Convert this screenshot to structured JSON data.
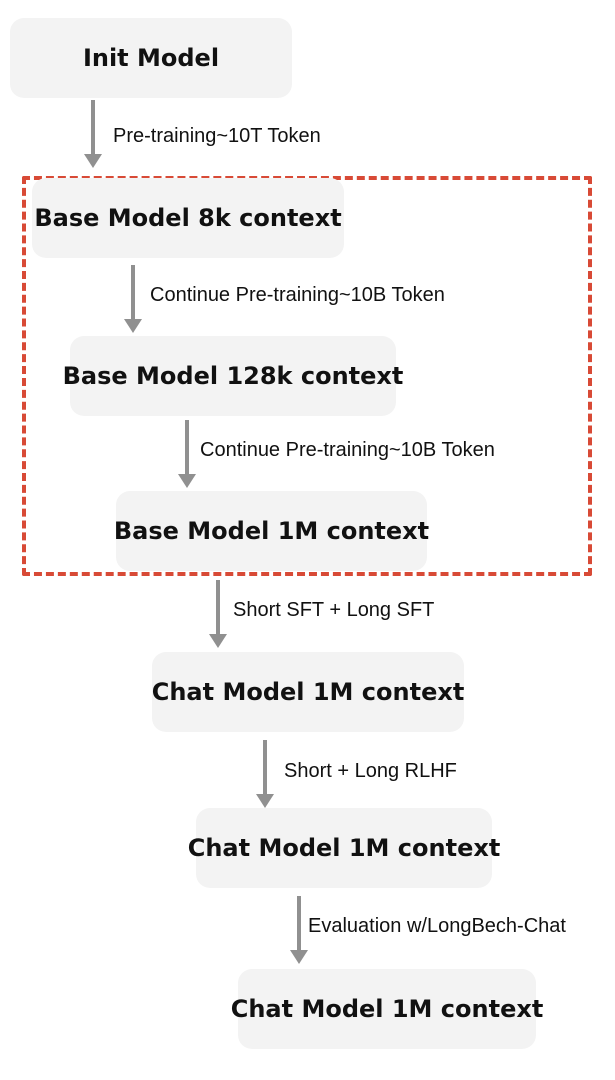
{
  "diagram": {
    "nodes": [
      {
        "label": "Init Model"
      },
      {
        "label": "Base Model 8k context"
      },
      {
        "label": "Base Model 128k context"
      },
      {
        "label": "Base Model 1M context"
      },
      {
        "label": "Chat Model 1M context"
      },
      {
        "label": "Chat Model 1M context"
      },
      {
        "label": "Chat Model 1M context"
      }
    ],
    "edges": [
      {
        "label": "Pre-training~10T Token"
      },
      {
        "label": "Continue Pre-training~10B Token"
      },
      {
        "label": "Continue Pre-training~10B Token"
      },
      {
        "label": "Short SFT + Long SFT"
      },
      {
        "label": "Short + Long RLHF"
      },
      {
        "label": "Evaluation w/LongBech-Chat"
      }
    ],
    "colors": {
      "node_fill": "#f3f3f3",
      "arrow": "#909090",
      "dashed_frame": "#d84a36"
    }
  }
}
